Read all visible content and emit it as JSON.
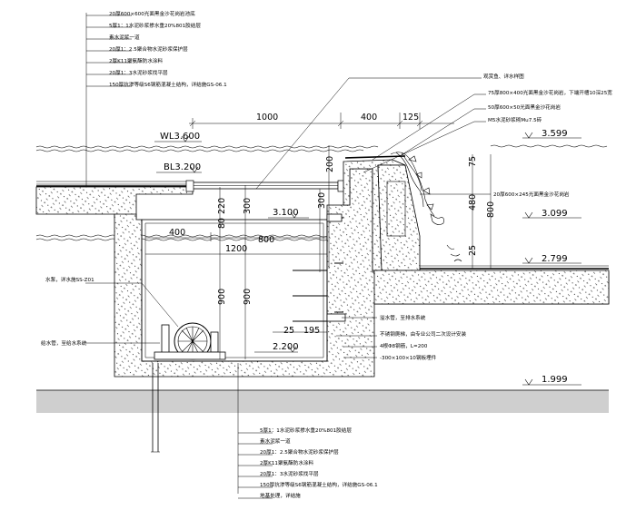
{
  "title_notes_top": [
    "20厚600×600光面黑金沙花岗岩池底",
    "5厚1：1水泥砂浆掺水重20%801胶结层",
    "素水泥浆一道",
    "20厚1：2.5聚合物水泥砂浆保护层",
    "2厚K11聚氨酯防水涂料",
    "20厚1：3水泥砂浆找平层",
    "150厚抗渗等级S6钢筋混凝土结构，详结施GS-06.1"
  ],
  "right_notes": [
    "观赏鱼、详水样图",
    "75厚800×400光面黑金沙花岗岩，下端开槽10深25宽",
    "50厚600×50光面黑金沙花岗岩",
    "M5水泥砂浆砌Mu7.5砖"
  ],
  "right_note_lower": "20厚600×245光面黑金沙花岗岩",
  "left_notes": {
    "pump": "水泵，详水施SS-Z01",
    "pipe": "给水管，至给水系统"
  },
  "mid_right_notes": [
    "溢水管，至排水系统",
    "不锈钢爬梯，由专业公司二次设计安装",
    "4根Φ8钢筋，L=200",
    "-300×100×10钢板埋件"
  ],
  "bottom_notes": [
    "5厚1：1水泥砂浆掺水重20%801胶结层",
    "素水泥浆一道",
    "20厚1：2.5聚合物水泥砂浆保护层",
    "2厚K11聚氨酯防水涂料",
    "20厚1：3水泥砂浆找平层",
    "150厚抗渗等级S6钢筋混凝土结构，详结施GS-06.1",
    "地基处理，详结施"
  ],
  "elevations": {
    "wl": "WL3.600",
    "bl": "BL3.200",
    "e3599": "3.599",
    "e3100": "3.100",
    "e3099": "3.099",
    "e2799": "2.799",
    "e2200": "2.200",
    "e1999": "1.999"
  },
  "dimensions": {
    "d1000": "1000",
    "d400a": "400",
    "d125": "125",
    "d200": "200",
    "d220": "220",
    "d300a": "300",
    "d80": "80",
    "d400b": "400",
    "d800a": "800",
    "d1200": "1200",
    "d900a": "900",
    "d900b": "900",
    "d25": "25",
    "d195": "195",
    "d300b": "300",
    "d75": "75",
    "d480": "480",
    "d800b": "800",
    "d25b": "25"
  }
}
